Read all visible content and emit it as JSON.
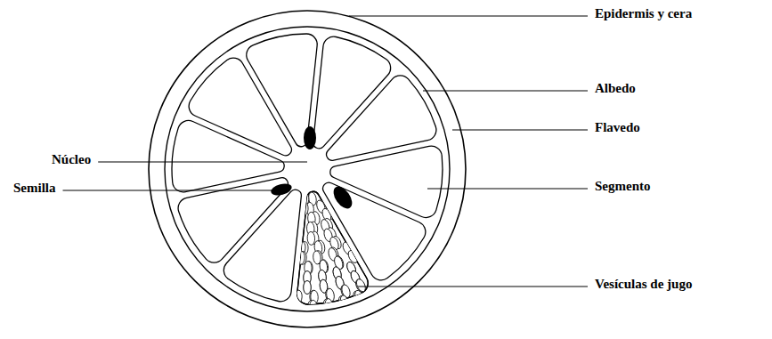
{
  "diagram": {
    "labels": [
      "Epidermis y cera",
      "Albedo",
      "Flavedo",
      "Núcleo",
      "Segmento",
      "Semilla",
      "Vesículas de jugo"
    ]
  }
}
